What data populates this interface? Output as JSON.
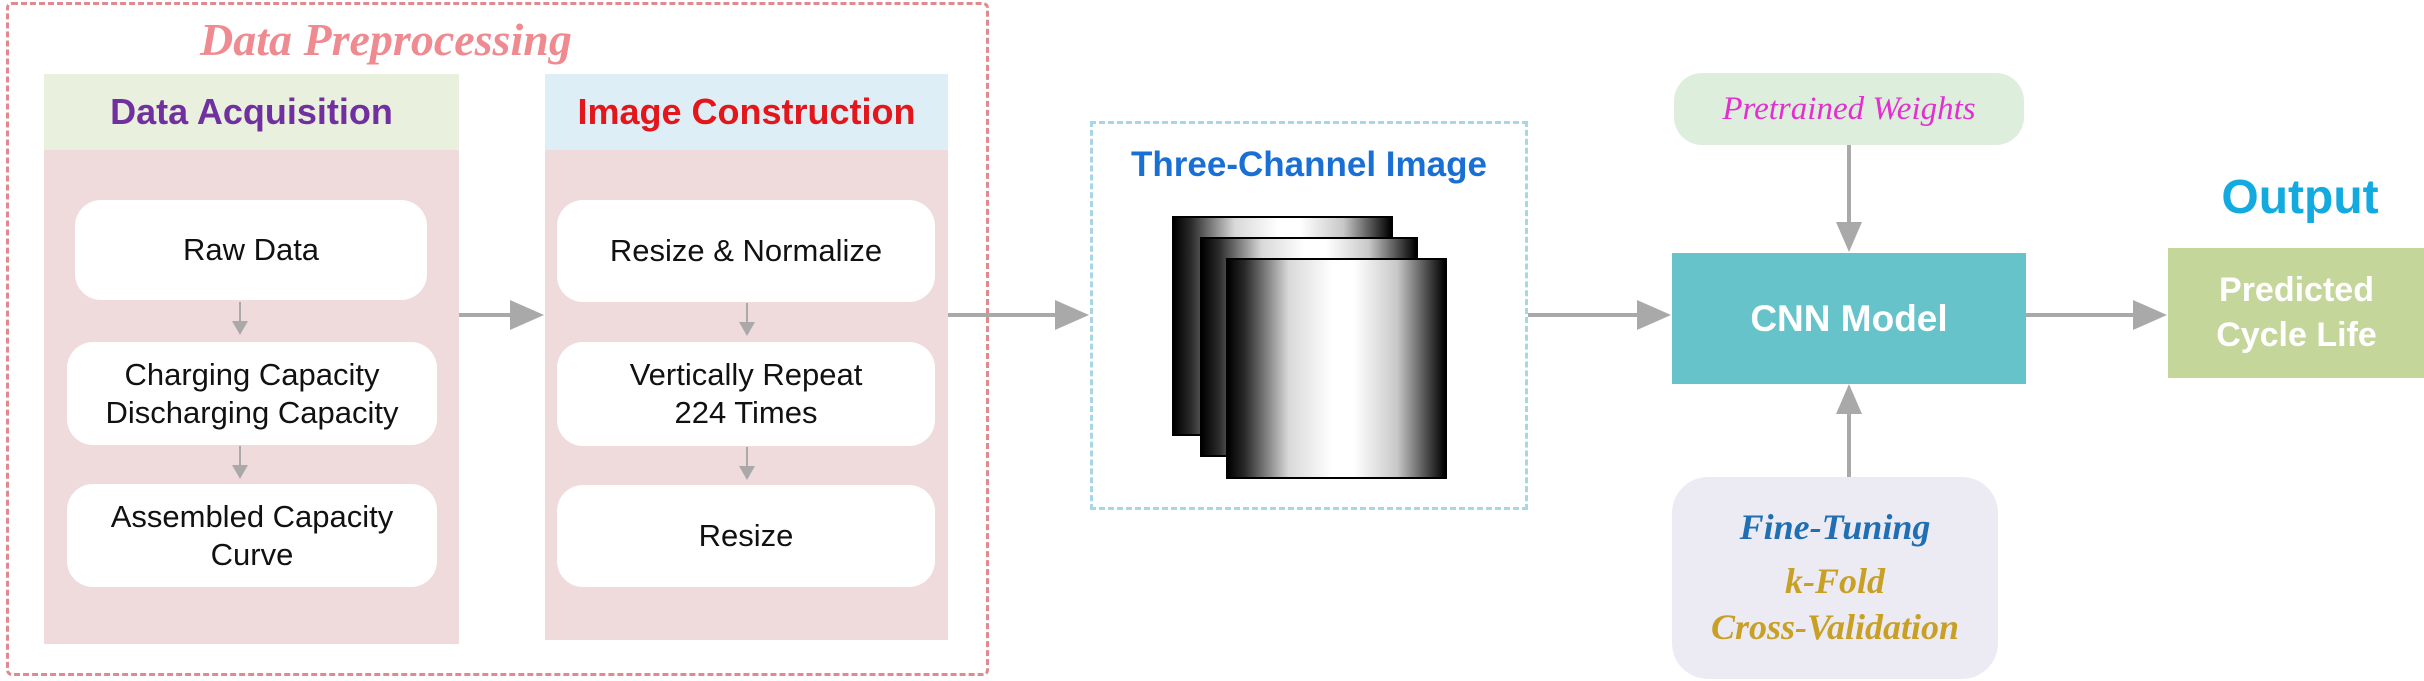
{
  "preprocessing": {
    "title": "Data Preprocessing"
  },
  "acquisition": {
    "header": "Data Acquisition",
    "steps": [
      {
        "line1": "Raw Data",
        "line2": ""
      },
      {
        "line1": "Charging Capacity",
        "line2": "Discharging Capacity"
      },
      {
        "line1": "Assembled Capacity",
        "line2": "Curve"
      }
    ]
  },
  "construction": {
    "header": "Image Construction",
    "steps": [
      {
        "line1": "Resize & Normalize",
        "line2": ""
      },
      {
        "line1": "Vertically Repeat",
        "line2": "224 Times"
      },
      {
        "line1": "Resize",
        "line2": ""
      }
    ]
  },
  "image": {
    "title": "Three-Channel Image"
  },
  "model": {
    "pretrained": "Pretrained Weights",
    "cnn": "CNN Model",
    "finetuning": "Fine-Tuning",
    "kfold_line1": "k-Fold",
    "kfold_line2": "Cross-Validation"
  },
  "output": {
    "title": "Output",
    "line1": "Predicted",
    "line2": "Cycle Life"
  },
  "colors": {
    "preprocessing_title": "#ef8a90",
    "acquisition_header": "#7030a0",
    "construction_header": "#e3161b",
    "image_title": "#1a6fd4",
    "pretrained": "#e42fd0",
    "cnn_box": "#66c3c9",
    "output_title": "#12aadf",
    "predicted_box": "#c5d69b",
    "finetuning": "#1f6fb2",
    "kfold": "#c8a026",
    "arrow": "#a9a9a9"
  }
}
